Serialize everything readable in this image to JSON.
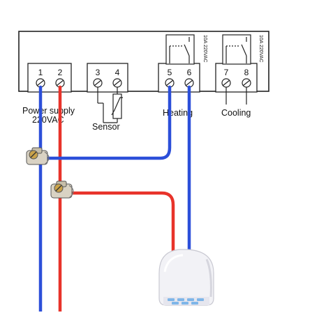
{
  "terminals": [
    {
      "number": "1"
    },
    {
      "number": "2"
    },
    {
      "number": "3"
    },
    {
      "number": "4"
    },
    {
      "number": "5"
    },
    {
      "number": "6"
    },
    {
      "number": "7"
    },
    {
      "number": "8"
    }
  ],
  "labels": {
    "power_supply_line1": "Power supply",
    "power_supply_line2": "220VAC",
    "sensor": "Sensor",
    "heating": "Heating",
    "cooling": "Cooling"
  },
  "relays": {
    "heating_rating": "10A 220VAC",
    "cooling_rating": "10A 220VAC"
  },
  "colors": {
    "live_wire": "#e8332a",
    "neutral_wire": "#2c4fd9",
    "outline": "#222222",
    "plug_body": "#f2f2f6",
    "plug_vent": "#7fb6e8"
  }
}
